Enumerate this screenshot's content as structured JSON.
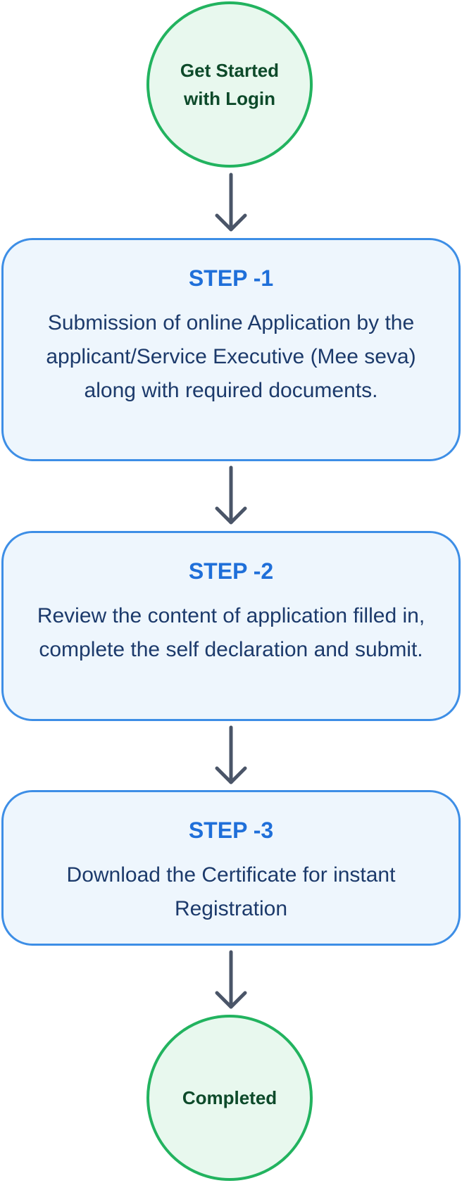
{
  "start": {
    "label": "Get Started with Login"
  },
  "steps": [
    {
      "title": "STEP -1",
      "text": "Submission of online Application by the applicant/Service Executive (Mee seva) along with required documents."
    },
    {
      "title": "STEP -2",
      "text": "Review the content of application filled in, complete the self declaration and submit."
    },
    {
      "title": "STEP -3",
      "text": "Download the Certificate for instant Registration"
    }
  ],
  "end": {
    "label": "Completed"
  },
  "colors": {
    "circle_border": "#22b35f",
    "circle_fill": "#e8f8ee",
    "step_border": "#3d8ee6",
    "step_fill": "#eef6fd",
    "step_title": "#1f6fd9",
    "arrow": "#4a5568"
  }
}
